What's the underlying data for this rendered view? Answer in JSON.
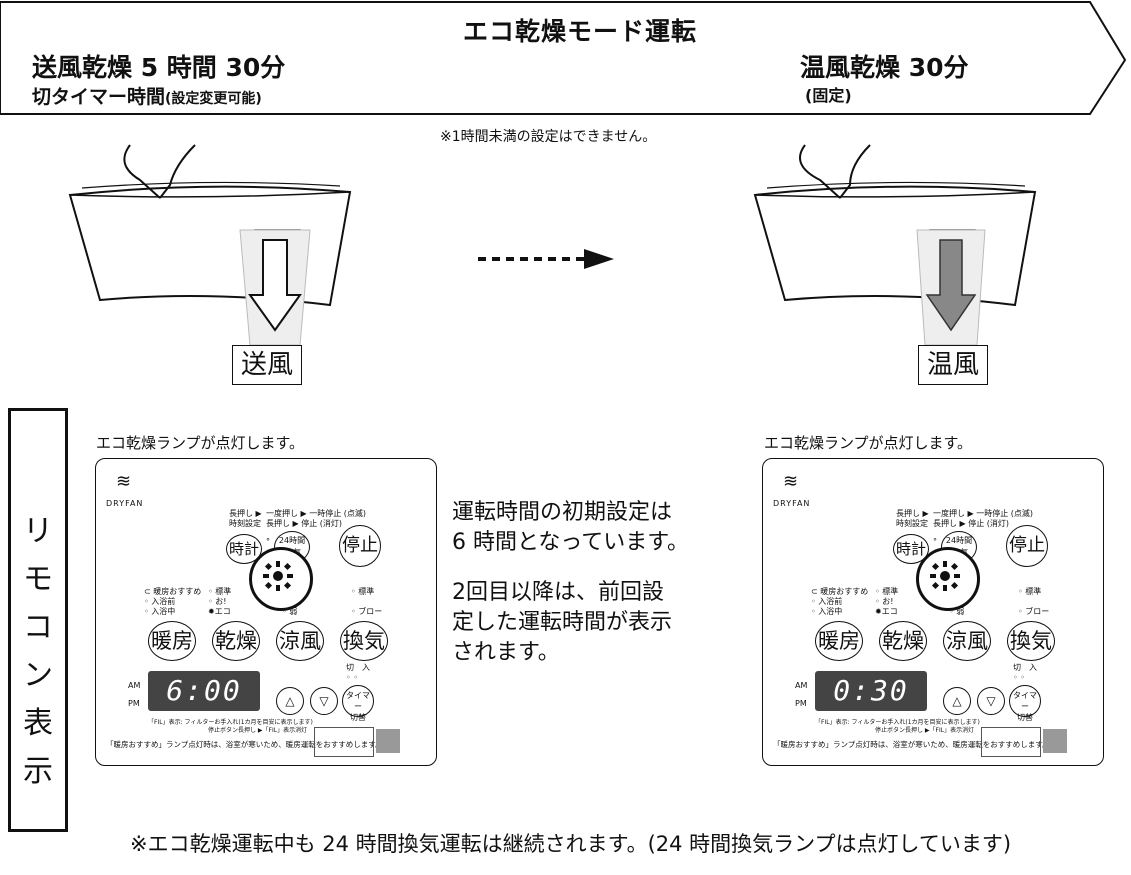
{
  "header": {
    "title": "エコ乾燥モード運転",
    "left_line1": "送風乾燥 5 時間 30分",
    "left_line2_main": "切タイマー時間",
    "left_line2_sub": "(設定変更可能)",
    "right_line1": "温風乾燥 30分",
    "right_line2": "(固定)"
  },
  "note_top": "※1時間未満の設定はできません。",
  "left_wind_label": "送風",
  "right_wind_label": "温風",
  "side_tab": "リモコン表示",
  "lamp_note": "エコ乾燥ランプが点灯します。",
  "middle_text": {
    "line1": "運転時間の初期設定は",
    "line2": "6 時間となっています。",
    "line3": "2回目以降は、前回設",
    "line4": "定した運転時間が表示",
    "line5": "されます。"
  },
  "remote": {
    "brand": "DRYFAN",
    "clock_hint1": "長押し ▶",
    "clock_hint2": "時刻設定",
    "stop_hint1": "一度押し ▶ 一時停止 (点滅)",
    "stop_hint2": "長押し ▶ 停止 (消灯)",
    "btn_clock": "時計",
    "btn_24h_top": "24時間",
    "btn_24h_bottom": "換 気",
    "btn_stop": "停止",
    "heat_opts": [
      "暖房おすすめ",
      "入浴前",
      "入浴中"
    ],
    "dry_opts": [
      "標準",
      "お!",
      "エコ"
    ],
    "cool_opt": "弱",
    "vent_opts": [
      "標準",
      "ブロー"
    ],
    "btn_heat": "暖房",
    "btn_dry": "乾燥",
    "btn_cool": "涼風",
    "btn_vent": "換気",
    "am": "AM",
    "pm": "PM",
    "timer_off_on": "切　入",
    "btn_timer1": "タイマー",
    "btn_timer2": "切替",
    "fil_note1": "「FIL」表示: フィルターお手入れ(1カ月を目安に表示します)",
    "fil_note2": "停止ボタン長押し ▶「FIL」表示消灯",
    "footer_note": "「暖房おすすめ」ランプ点灯時は、浴室が寒いため、暖房運転をおすすめします。"
  },
  "left_display": "6:00",
  "right_display": "0:30",
  "bottom_note": "※エコ乾燥運転中も 24 時間換気運転は継続されます。(24 時間換気ランプは点灯しています)"
}
